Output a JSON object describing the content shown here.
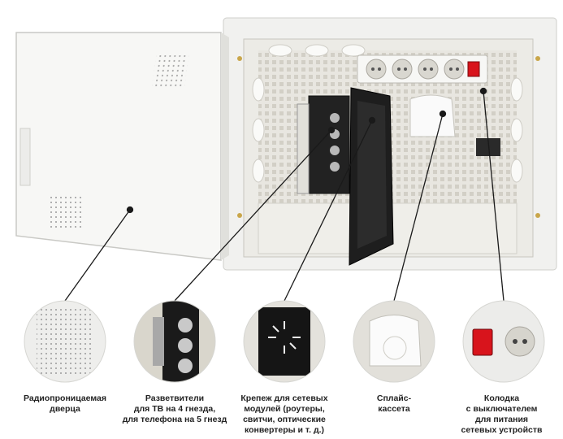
{
  "colors": {
    "cabinet": "#f2f2f0",
    "door": "#f7f7f5",
    "inner_panel": "#e6e4de",
    "dark_panel": "#1e1e1e",
    "power_switch": "#d8141c",
    "leader_line": "#1a1a1a"
  },
  "icons": {
    "door": "door-icon",
    "splitters": "tv-splitter-icon",
    "mount": "mounting-panel-icon",
    "splice": "splice-cassette-icon",
    "power": "power-strip-icon"
  },
  "captions": {
    "door": "Радиопроницаемая\nдверца",
    "splitters": "Разветвители\nдля ТВ на 4 гнезда,\nдля телефона на 5 гнезд",
    "mount": "Крепеж для сетевых\nмодулей (роутеры,\nсвитчи, оптические\nконвертеры и т. д.)",
    "splice": "Сплайс-\nкассета",
    "power": "Колодка\nс выключателем\nдля питания\nсетевых устройств"
  }
}
